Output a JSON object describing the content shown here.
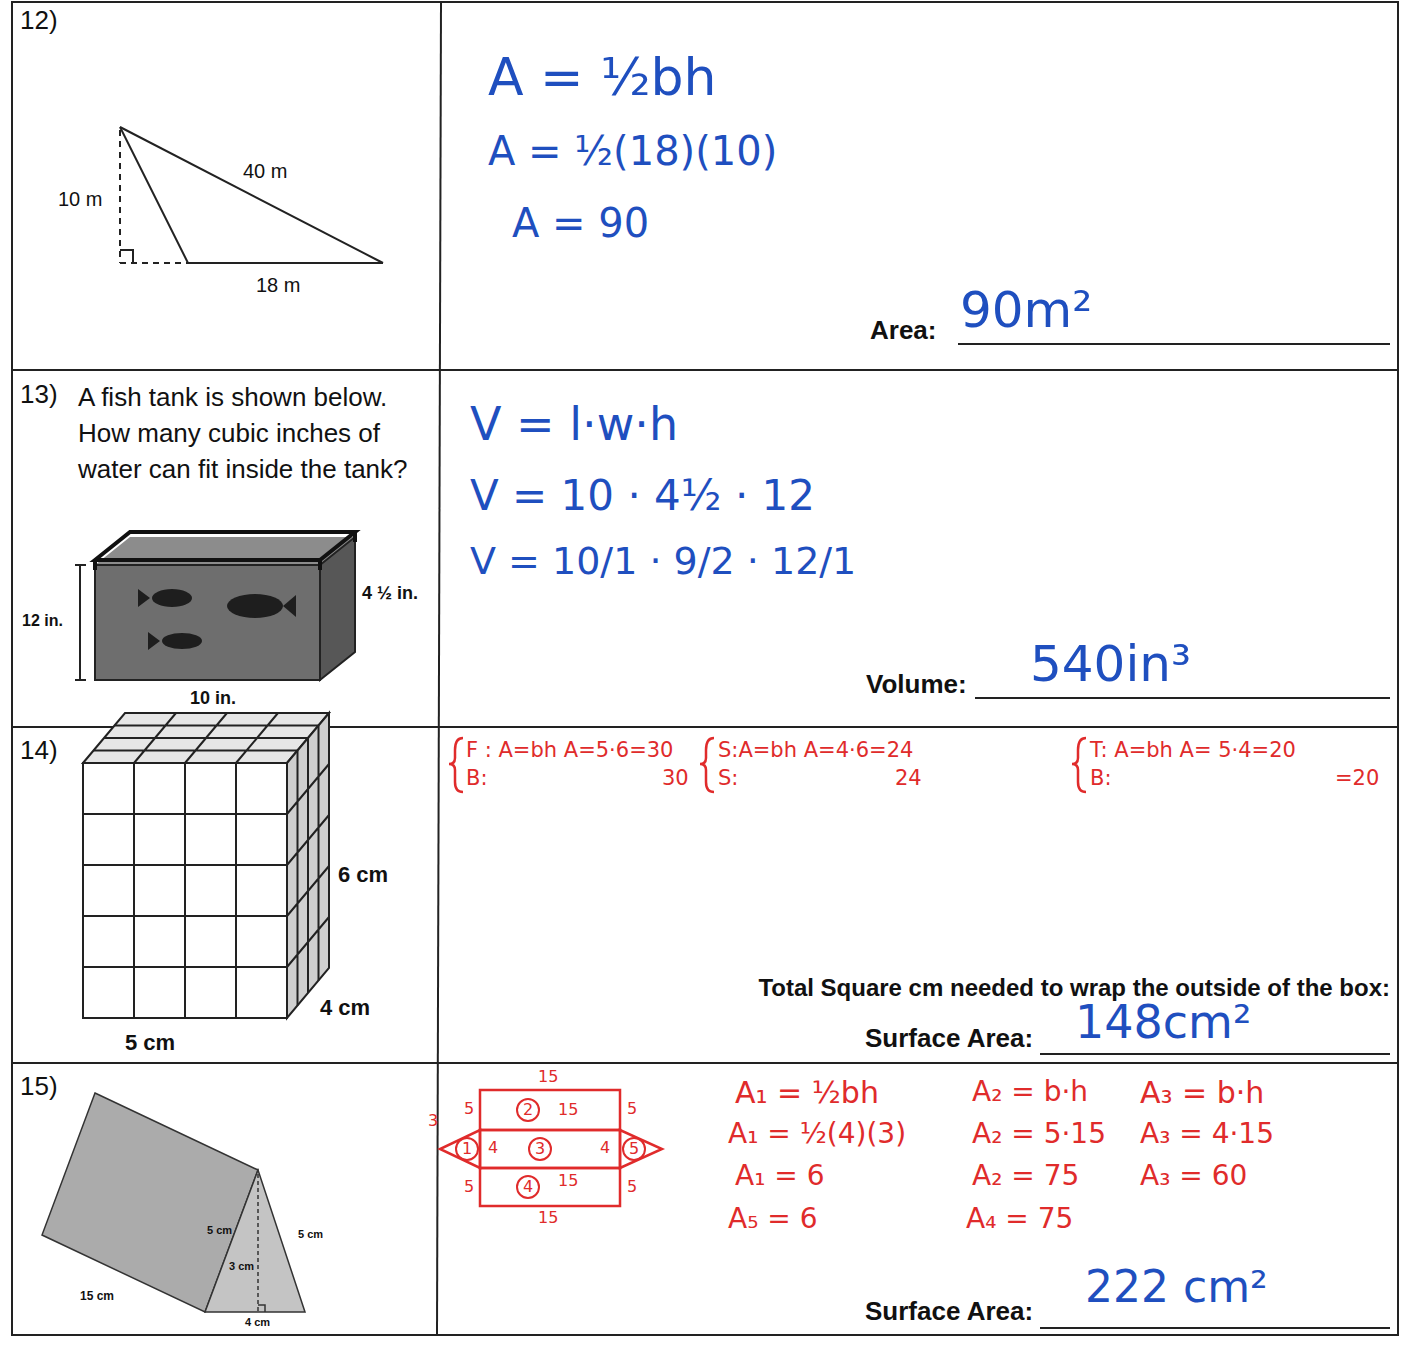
{
  "diagram": {
    "labels": [
      "12)",
      "10 m",
      "40 m",
      "18 m",
      "A = ½bh",
      "A = ½(18)(10)",
      "A = 90",
      "Area:",
      "90m²",
      "13)",
      "A fish tank is shown below. How many cubic inches of water can fit inside the tank?",
      "12 in.",
      "4 ½ in.",
      "10 in.",
      "V = l·w·h",
      "V = 10 · 4½ · 12",
      "V = 10/1 · 9/2 · 12/1",
      "Volume:",
      "540in³",
      "14)",
      "6 cm",
      "4 cm",
      "5 cm",
      "F : A=bh A=5·6=30",
      "B:",
      "30",
      "S:A=bh A=4·6=24",
      "S:",
      "24",
      "T: A=bh A= 5·4=20",
      "B:",
      "=20",
      "Total Square cm needed to wrap the outside of the box:",
      "Surface Area:",
      "148cm²",
      "15)",
      "5 cm",
      "5 cm",
      "3 cm",
      "15 cm",
      "4 cm",
      "15",
      "2",
      "15",
      "5",
      "5",
      "3",
      "1",
      "4",
      "3",
      "4",
      "5",
      "5",
      "15",
      "4",
      "5",
      "15",
      "A₁ = ½bh",
      "A₁ = ½(4)(3)",
      "A₁ = 6",
      "A₅ = 6",
      "A₂ = b·h",
      "A₂ = 5·15",
      "A₂ = 75",
      "A₄ = 75",
      "A₃ = b·h",
      "A₃ = 4·15",
      "A₃ = 60",
      "Surface Area:",
      "222 cm²"
    ]
  }
}
